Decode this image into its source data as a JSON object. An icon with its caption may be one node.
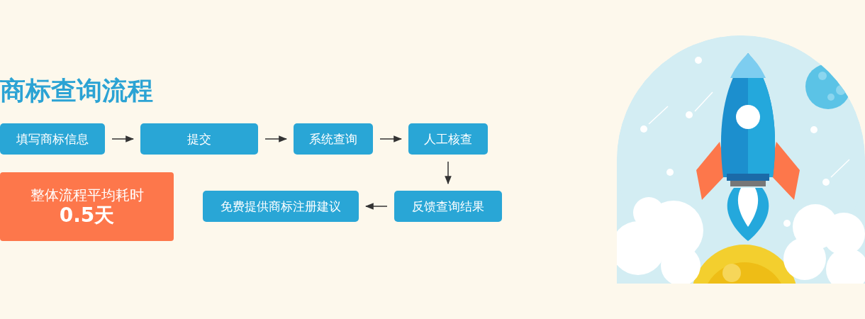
{
  "diagram": {
    "title": "商标查询流程",
    "nodes": [
      {
        "text": [
          "填写商标信息"
        ]
      },
      {
        "text": [
          "提交"
        ]
      },
      {
        "text": [
          "系统查询"
        ]
      },
      {
        "text": [
          "人工核查"
        ]
      },
      {
        "text": [
          "反馈查询结果"
        ]
      },
      {
        "text": [
          "免费提供商标注册建议"
        ]
      },
      {
        "text": [
          "整体流程平均耗时",
          "0.5天"
        ]
      }
    ],
    "edges": [
      {
        "from": 0,
        "to": 1,
        "arrow": "to"
      },
      {
        "from": 1,
        "to": 2,
        "arrow": "to"
      },
      {
        "from": 2,
        "to": 3,
        "arrow": "to"
      },
      {
        "from": 3,
        "to": 4,
        "arrow": "to"
      },
      {
        "from": 4,
        "to": 5,
        "arrow": "to"
      }
    ]
  }
}
